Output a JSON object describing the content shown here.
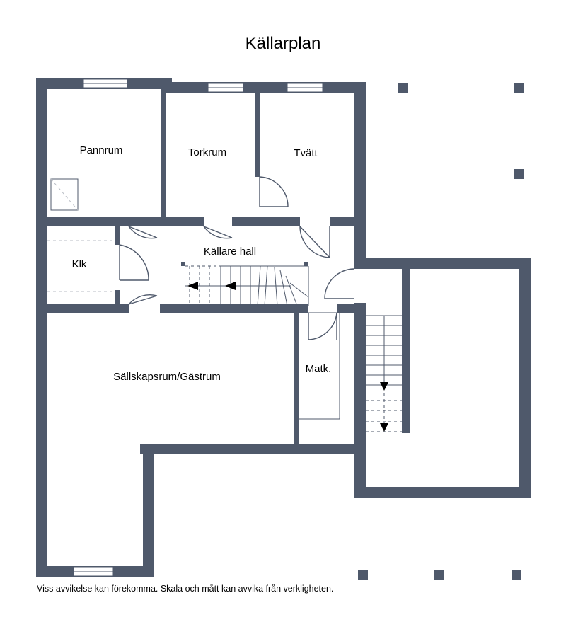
{
  "title": "Källarplan",
  "rooms": {
    "pannrum": "Pannrum",
    "torkrum": "Torkrum",
    "tvatt": "Tvätt",
    "kallare_hall": "Källare hall",
    "klk": "Klk",
    "sallskapsrum": "Sällskapsrum/Gästrum",
    "matk": "Matk."
  },
  "disclaimer": "Viss avvikelse kan förekomma. Skala och mått kan avvika från verkligheten.",
  "colors": {
    "wall": "#4f596b",
    "background": "#ffffff"
  }
}
